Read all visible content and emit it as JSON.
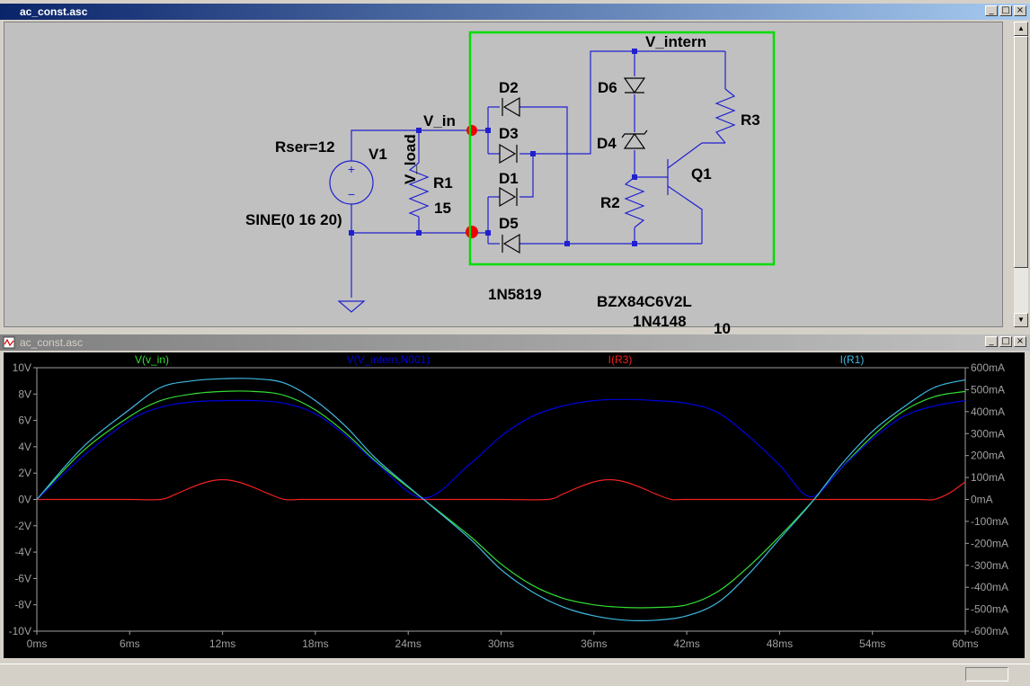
{
  "schematic_window": {
    "title": "ac_const.asc",
    "controls": {
      "minimize": "_",
      "maximize": "□",
      "close": "×"
    },
    "labels": {
      "rser": "Rser=12",
      "v1": "V1",
      "sine": "SINE(0 16 20)",
      "vin": "V_in",
      "vload": "V_load",
      "r1": "R1",
      "r1_value": "15",
      "d2": "D2",
      "d3": "D3",
      "d1": "D1",
      "d5": "D5",
      "d6": "D6",
      "d4": "D4",
      "r2": "R2",
      "r3": "R3",
      "q1": "Q1",
      "vintern": "V_intern",
      "model1": "1N5819",
      "model2": "BZX84C6V2L",
      "model3": "1N4148",
      "model4": "10"
    }
  },
  "plot_window": {
    "title": "ac_const.asc",
    "controls": {
      "minimize": "_",
      "maximize": "□",
      "close": "×"
    },
    "colors": {
      "background": "#000000",
      "axis": "#a0a0a0",
      "green": "#33dd33",
      "blue": "#0000e0",
      "red": "#ee2020",
      "cyan": "#40b8e0"
    }
  },
  "chart_data": {
    "type": "line",
    "title": "",
    "xlabel": "",
    "ylabel": "",
    "x_ticks": [
      "0ms",
      "6ms",
      "12ms",
      "18ms",
      "24ms",
      "30ms",
      "36ms",
      "42ms",
      "48ms",
      "54ms",
      "60ms"
    ],
    "xlim": [
      0,
      60
    ],
    "y_left_ticks": [
      "10V",
      "8V",
      "6V",
      "4V",
      "2V",
      "0V",
      "-2V",
      "-4V",
      "-6V",
      "-8V",
      "-10V"
    ],
    "ylim_left": [
      -10,
      10
    ],
    "y_right_ticks": [
      "600mA",
      "500mA",
      "400mA",
      "300mA",
      "200mA",
      "100mA",
      "0mA",
      "-100mA",
      "-200mA",
      "-300mA",
      "-400mA",
      "-500mA",
      "-600mA"
    ],
    "ylim_right": [
      -600,
      600
    ],
    "legend_position": "top",
    "series": [
      {
        "name": "V(v_in)",
        "axis": "left",
        "color": "#33dd33",
        "x": [
          0,
          3,
          6,
          8,
          10,
          12,
          14,
          16,
          18,
          20,
          22,
          25,
          28,
          30,
          32,
          34,
          36,
          38,
          40,
          42,
          44,
          46,
          48,
          50,
          52,
          54,
          56,
          58,
          60
        ],
        "y": [
          0,
          3.7,
          6.3,
          7.5,
          8.0,
          8.2,
          8.2,
          7.9,
          6.8,
          5.0,
          2.8,
          0,
          -2.8,
          -4.9,
          -6.5,
          -7.5,
          -8.0,
          -8.2,
          -8.2,
          -8.0,
          -7.0,
          -5.1,
          -2.8,
          -0.3,
          2.4,
          4.8,
          6.7,
          7.8,
          8.2
        ]
      },
      {
        "name": "V(V_intern,N001)",
        "axis": "left",
        "color": "#0000e0",
        "x": [
          0,
          3,
          6,
          8,
          10,
          12,
          14,
          16,
          18,
          20,
          22,
          25,
          28,
          30,
          32,
          34,
          36,
          38,
          40,
          42,
          44,
          46,
          48,
          50,
          52,
          54,
          56,
          58,
          60
        ],
        "y": [
          0,
          3.3,
          6.0,
          7.0,
          7.4,
          7.5,
          7.5,
          7.3,
          6.5,
          4.8,
          2.7,
          0.1,
          2.7,
          4.8,
          6.3,
          7.1,
          7.5,
          7.6,
          7.5,
          7.3,
          6.6,
          4.8,
          2.6,
          0.2,
          2.4,
          4.6,
          6.3,
          7.1,
          7.5
        ]
      },
      {
        "name": "I(R3)",
        "axis": "right",
        "color": "#ee2020",
        "x": [
          0,
          3,
          6,
          8,
          9,
          10,
          11,
          12,
          13,
          14,
          15,
          16,
          17,
          18,
          24,
          30,
          33,
          34,
          35,
          36,
          37,
          38,
          39,
          40,
          41,
          42,
          48,
          54,
          57,
          58,
          59,
          60
        ],
        "y": [
          0,
          0,
          0,
          0,
          25,
          55,
          80,
          90,
          80,
          55,
          25,
          0,
          0,
          0,
          0,
          0,
          0,
          25,
          55,
          80,
          90,
          80,
          55,
          25,
          0,
          0,
          0,
          0,
          0,
          0,
          30,
          80
        ]
      },
      {
        "name": "I(R1)",
        "axis": "right",
        "color": "#40b8e0",
        "x": [
          0,
          3,
          6,
          8,
          10,
          12,
          14,
          16,
          18,
          20,
          22,
          25,
          28,
          30,
          32,
          34,
          36,
          38,
          40,
          42,
          44,
          46,
          48,
          50,
          52,
          54,
          56,
          58,
          60
        ],
        "y": [
          0,
          240,
          410,
          510,
          540,
          550,
          550,
          530,
          450,
          330,
          180,
          0,
          -180,
          -320,
          -420,
          -490,
          -530,
          -550,
          -550,
          -530,
          -470,
          -340,
          -180,
          -20,
          160,
          310,
          420,
          510,
          545
        ]
      }
    ]
  }
}
